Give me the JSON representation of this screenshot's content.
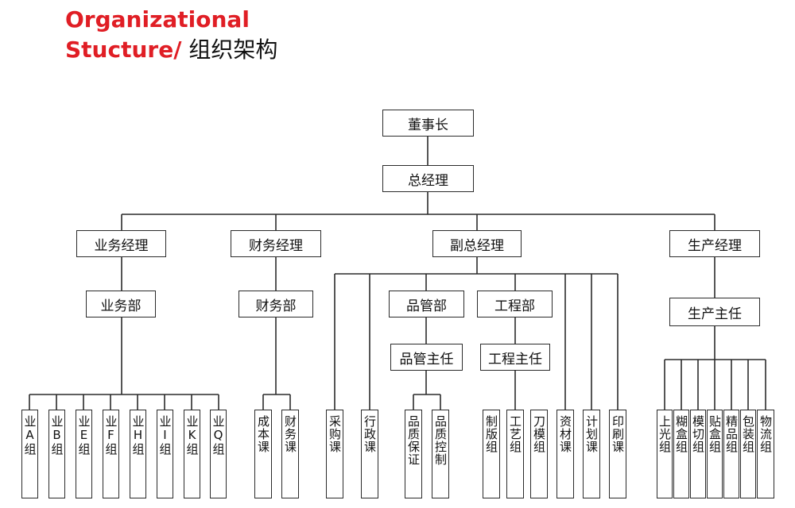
{
  "header": {
    "line1": "Organizational",
    "line2_en": "Stucture/",
    "line2_cn": " 组织架构"
  },
  "colors": {
    "title": "#e01e25",
    "line": "#2b2b2b"
  },
  "nodes": {
    "chairman": "董事长",
    "gm": "总经理",
    "sales_manager": "业务经理",
    "finance_manager": "财务经理",
    "deputy_gm": "副总经理",
    "production_manager": "生产经理",
    "sales_dept": "业务部",
    "finance_dept": "财务部",
    "qc_dept": "品管部",
    "engineering_dept": "工程部",
    "qc_supervisor": "品管主任",
    "engineering_supervisor": "工程主任",
    "production_supervisor": "生产主任"
  },
  "leaves": {
    "sales": [
      "业A组",
      "业B组",
      "业E组",
      "业F组",
      "业H组",
      "业I组",
      "业K组",
      "业Q组"
    ],
    "finance": [
      "成本课",
      "财务课"
    ],
    "deputy_direct_left": [
      "采购课",
      "行政课"
    ],
    "qc": [
      "品质保证",
      "品质控制"
    ],
    "engineering": [
      "制版组",
      "工艺组",
      "刀模组"
    ],
    "deputy_direct_right": [
      "资材课",
      "计划课",
      "印刷课"
    ],
    "production": [
      "上光组",
      "糊盒组",
      "模切组",
      "贴盒组",
      "精品组",
      "包装组",
      "物流组"
    ]
  }
}
